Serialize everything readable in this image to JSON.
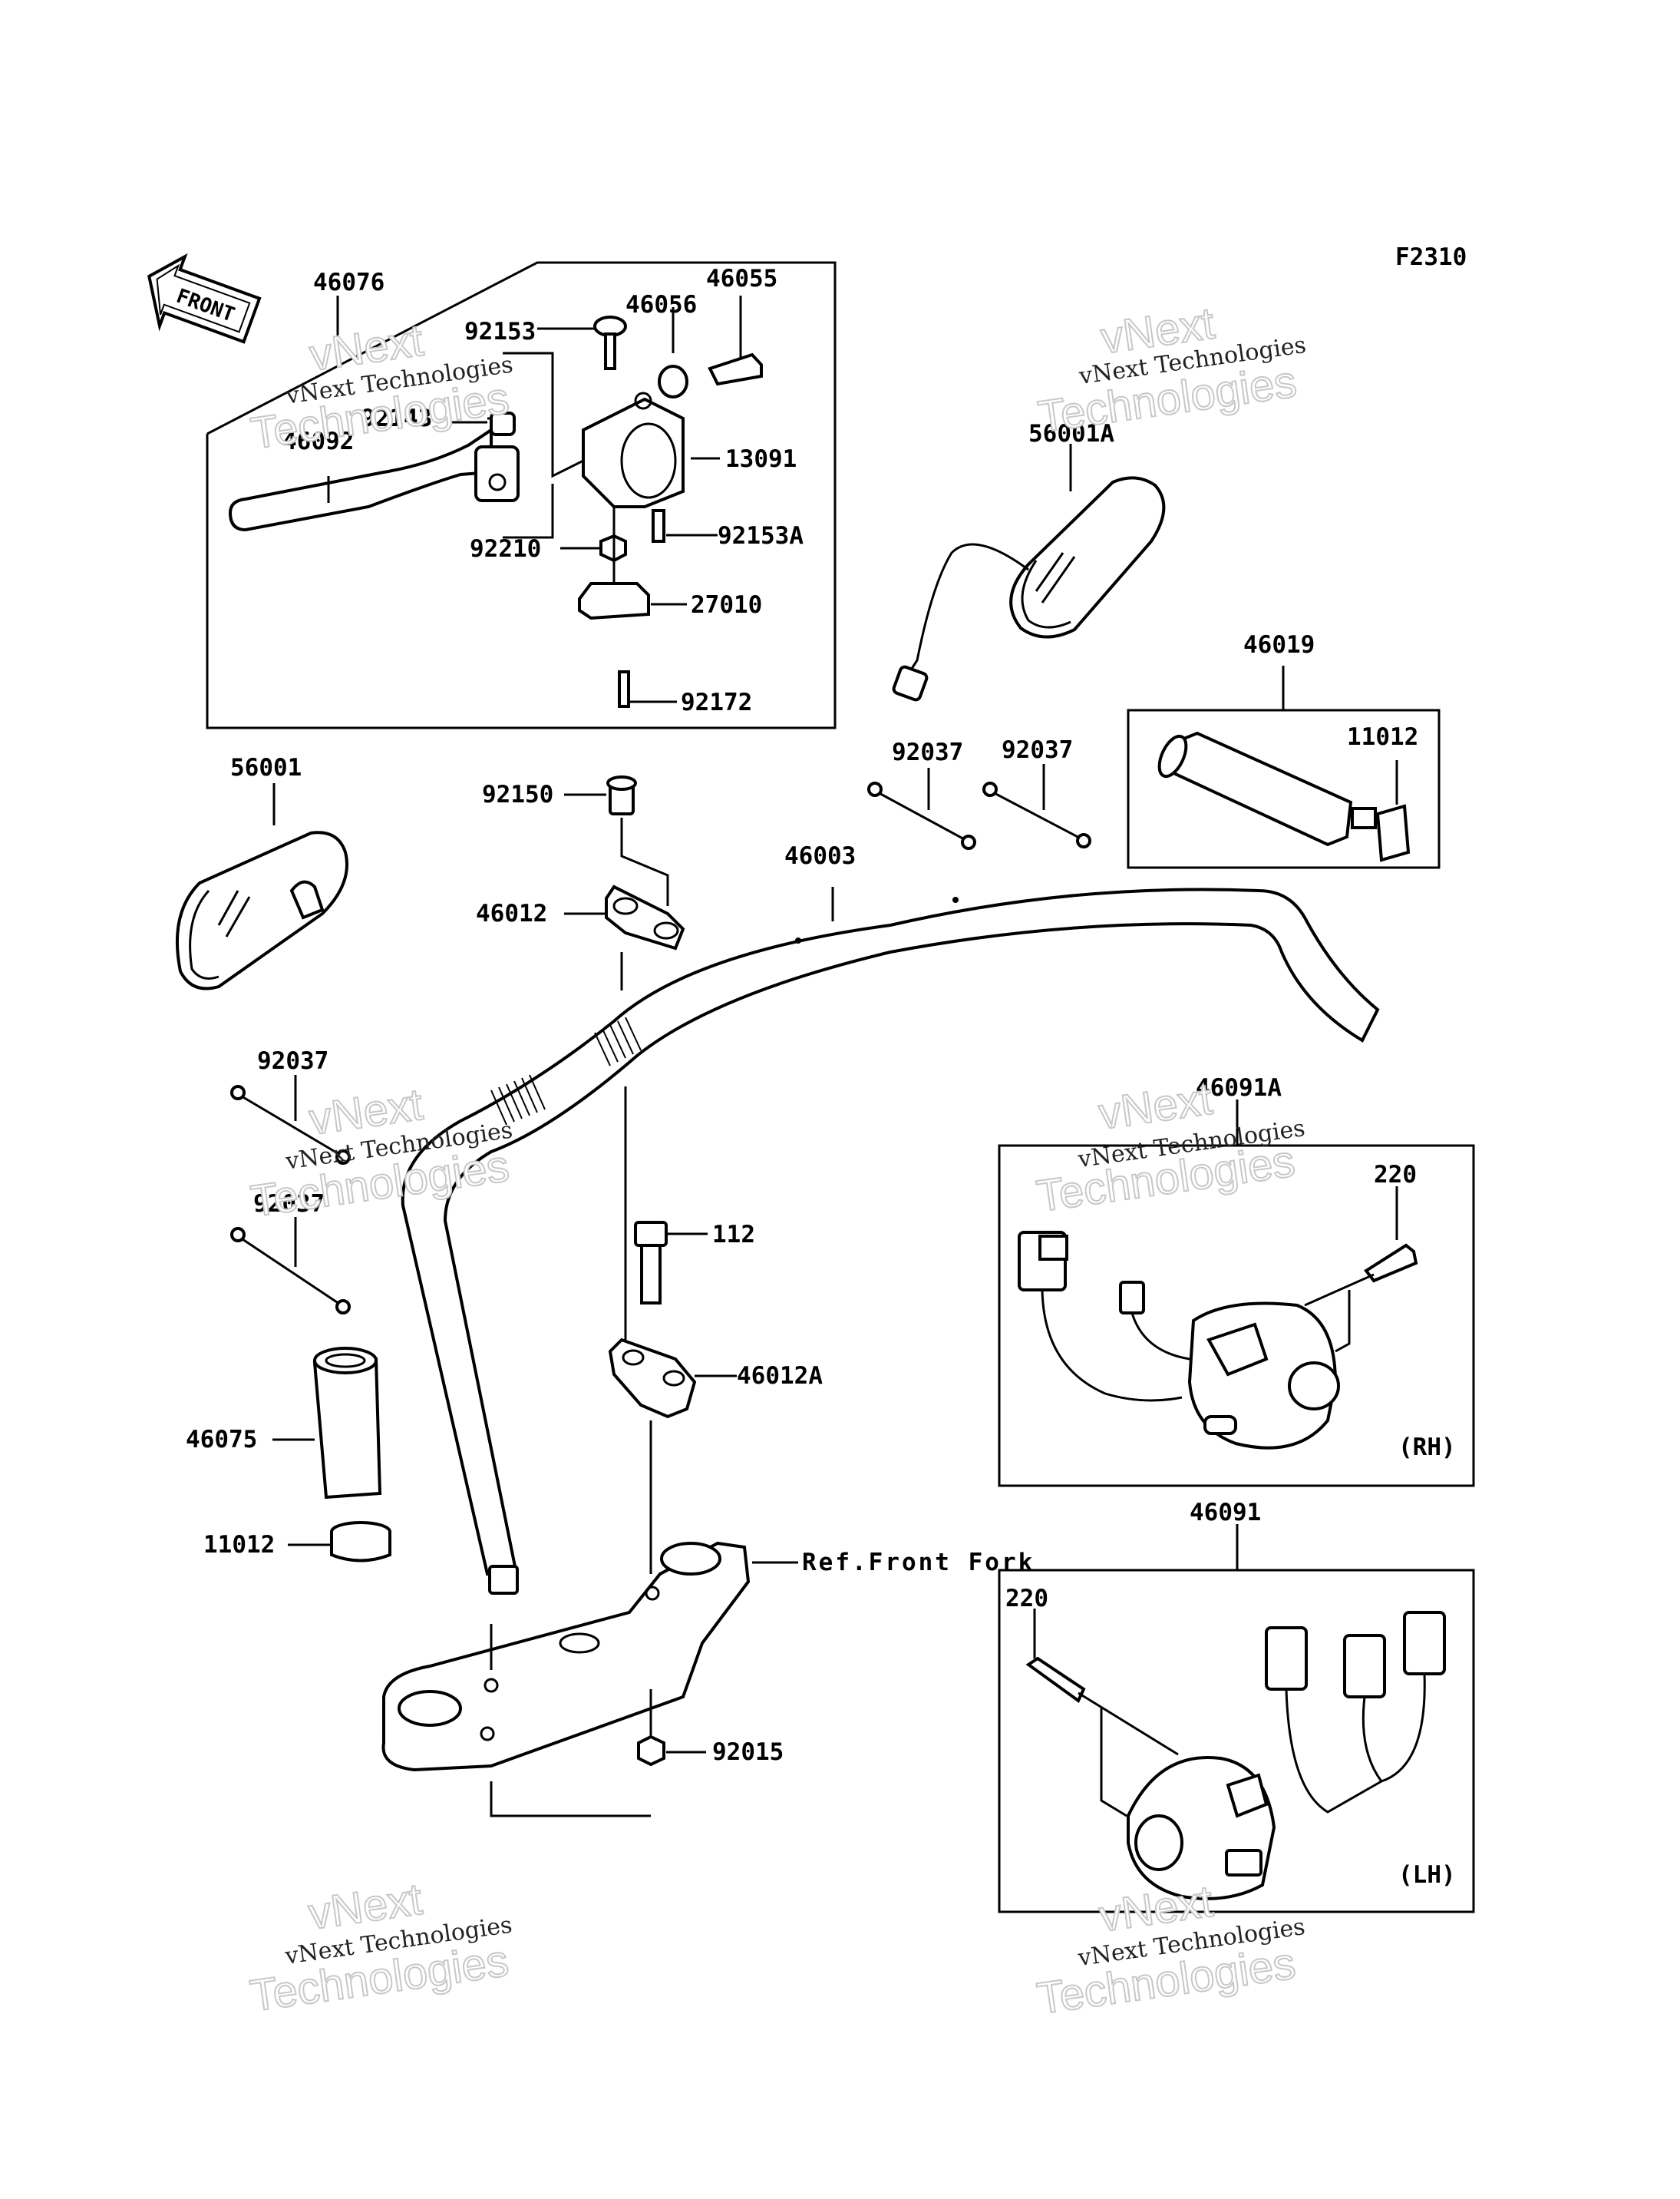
{
  "figure_code": "F2310",
  "front_arrow_text": "FRONT",
  "reference": "Ref.Front Fork",
  "watermark": {
    "line1": "vNext Technologies",
    "line2": "vNext",
    "line3": "Technologies"
  },
  "box_side_labels": {
    "right_hand": "(RH)",
    "left_hand": "(LH)"
  },
  "parts": {
    "p46076": "46076",
    "p46055": "46055",
    "p46056": "46056",
    "p92153": "92153",
    "p92143": "92143",
    "p46092": "46092",
    "p13091": "13091",
    "p92153A": "92153A",
    "p92210": "92210",
    "p27010": "27010",
    "p92172": "92172",
    "p56001A": "56001A",
    "p46019": "46019",
    "p11012_top": "11012",
    "p92037_a": "92037",
    "p92037_b": "92037",
    "p56001": "56001",
    "p92150": "92150",
    "p46003": "46003",
    "p46012": "46012",
    "p92037_c": "92037",
    "p92037_d": "92037",
    "p46091A": "46091A",
    "p220_rh": "220",
    "p112": "112",
    "p46012A": "46012A",
    "p46075": "46075",
    "p11012_bottom": "11012",
    "p46091": "46091",
    "p220_lh": "220",
    "p92015": "92015"
  }
}
